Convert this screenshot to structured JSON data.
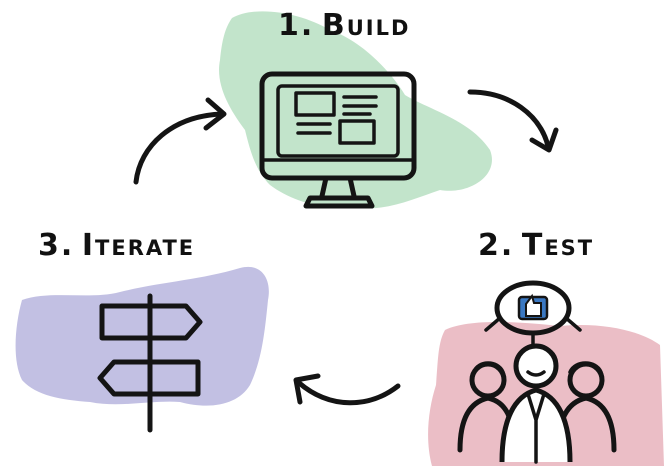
{
  "steps": [
    {
      "number": "1.",
      "name": "Build",
      "wash_color": "#b7dfc2",
      "icon": "computer-monitor-icon"
    },
    {
      "number": "2.",
      "name": "Test",
      "wash_color": "#e6aeb8",
      "icon": "user-group-thumbs-up-icon"
    },
    {
      "number": "3.",
      "name": "Iterate",
      "wash_color": "#b3b0dc",
      "icon": "signpost-icon"
    }
  ]
}
